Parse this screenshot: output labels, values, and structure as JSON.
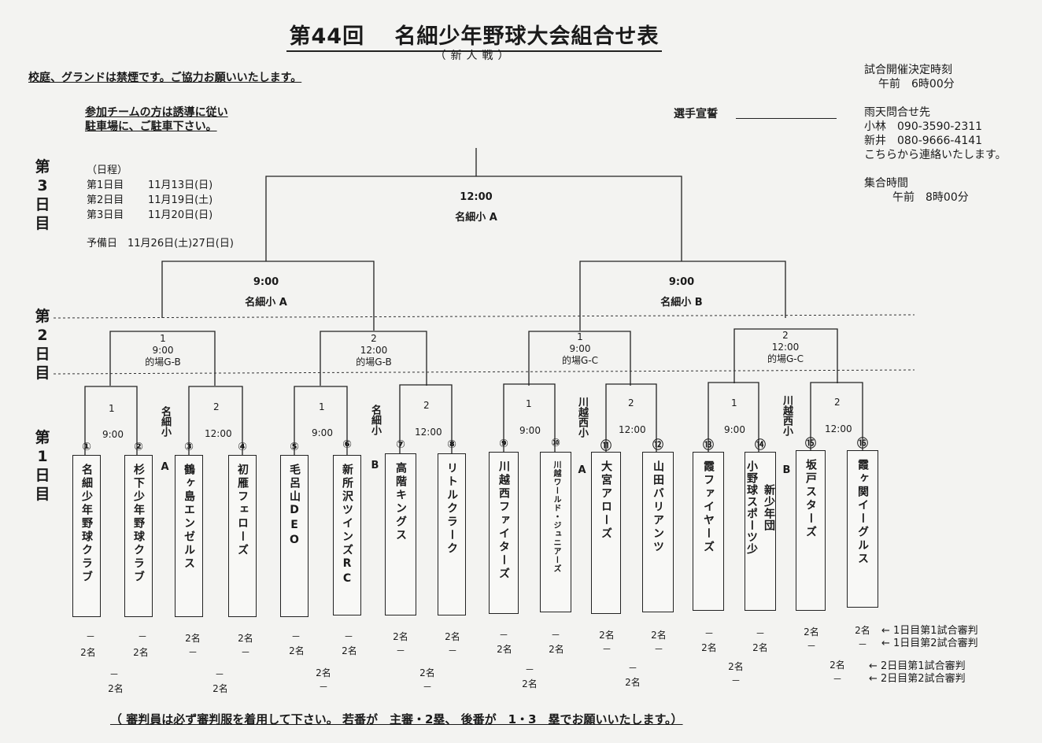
{
  "title": "第44回　 名細少年野球大会組合せ表",
  "subtitle": "（新人戦）",
  "notice": "校庭、グランドは禁煙です。ご協力お願いいたします。",
  "parking": [
    "参加チームの方は誘導に従い",
    "駐車場に、ご駐車下さい。"
  ],
  "pledge_label": "選手宣誓",
  "schedule": {
    "heading": "（日程）",
    "days": [
      {
        "label": "第1日目",
        "date": "11月13日(日)"
      },
      {
        "label": "第2日目",
        "date": "11月19日(土)"
      },
      {
        "label": "第3日目",
        "date": "11月20日(日)"
      }
    ],
    "reserve": "予備日　11月26日(土)27日(日)"
  },
  "decision": {
    "label": "試合開催決定時刻",
    "time": "午前　6時00分"
  },
  "contact": {
    "label": "雨天問合せ先",
    "people": [
      {
        "name": "小林",
        "phone": "090-3590-2311"
      },
      {
        "name": "新井",
        "phone": "080-9666-4141"
      }
    ],
    "note": "こちらから連絡いたします。"
  },
  "gather": {
    "label": "集合時間",
    "time": "午前　8時00分"
  },
  "day_labels": {
    "day3": "第3日目",
    "day2": "第2日目",
    "day1": "第1日目"
  },
  "final": {
    "time": "12:00",
    "venue": "名細小 A"
  },
  "semis": [
    {
      "time": "9:00",
      "venue": "名細小 A"
    },
    {
      "time": "9:00",
      "venue": "名細小 B"
    }
  ],
  "day2_games": [
    {
      "no": "1",
      "time": "9:00",
      "field": "的場G-B"
    },
    {
      "no": "2",
      "time": "12:00",
      "field": "的場G-B"
    },
    {
      "no": "1",
      "time": "9:00",
      "field": "的場G-C"
    },
    {
      "no": "2",
      "time": "12:00",
      "field": "的場G-C"
    }
  ],
  "day1_games": [
    {
      "no": "1",
      "time": "9:00"
    },
    {
      "no": "2",
      "time": "12:00"
    },
    {
      "no": "1",
      "time": "9:00"
    },
    {
      "no": "2",
      "time": "12:00"
    },
    {
      "no": "1",
      "time": "9:00"
    },
    {
      "no": "2",
      "time": "12:00"
    },
    {
      "no": "1",
      "time": "9:00"
    },
    {
      "no": "2",
      "time": "12:00"
    }
  ],
  "courts": [
    "名細小",
    "A",
    "名細小",
    "B",
    "川越西小",
    "A",
    "川越西小",
    "B"
  ],
  "teams": [
    {
      "num": "①",
      "name": "名細少年野球クラブ"
    },
    {
      "num": "②",
      "name": "杉下少年野球クラブ"
    },
    {
      "num": "③",
      "name": "鶴ヶ島エンゼルス"
    },
    {
      "num": "④",
      "name": "初雁フェローズ"
    },
    {
      "num": "⑤",
      "name": "毛呂山DEO"
    },
    {
      "num": "⑥",
      "name": "新所沢ツインズRC"
    },
    {
      "num": "⑦",
      "name": "高階キングス"
    },
    {
      "num": "⑧",
      "name": "リトルクラーク"
    },
    {
      "num": "⑨",
      "name": "川越西ファイターズ"
    },
    {
      "num": "⑩",
      "name": "川越ワールド・ジュニアーズ"
    },
    {
      "num": "⑪",
      "name": "大宮アローズ"
    },
    {
      "num": "⑫",
      "name": "山田バリアンツ"
    },
    {
      "num": "⑬",
      "name": "霞ファイヤーズ"
    },
    {
      "num": "⑭a",
      "name": "新少年団"
    },
    {
      "num": "⑭",
      "name": "小野球スポーツ少"
    },
    {
      "num": "⑮",
      "name": "坂戸スターズ"
    },
    {
      "num": "⑯",
      "name": "霞ヶ関イーグルス"
    }
  ],
  "umpire": {
    "count": "2名",
    "dash": "－",
    "legend": [
      "← 1日目第1試合審判",
      "← 1日目第2試合審判",
      "← 2日目第1試合審判",
      "← 2日目第2試合審判"
    ]
  },
  "footer": "（ 審判員は必ず審判服を着用して下さい。 若番が　主審・2塁、 後番が　1・3　塁でお願いいたします。）"
}
